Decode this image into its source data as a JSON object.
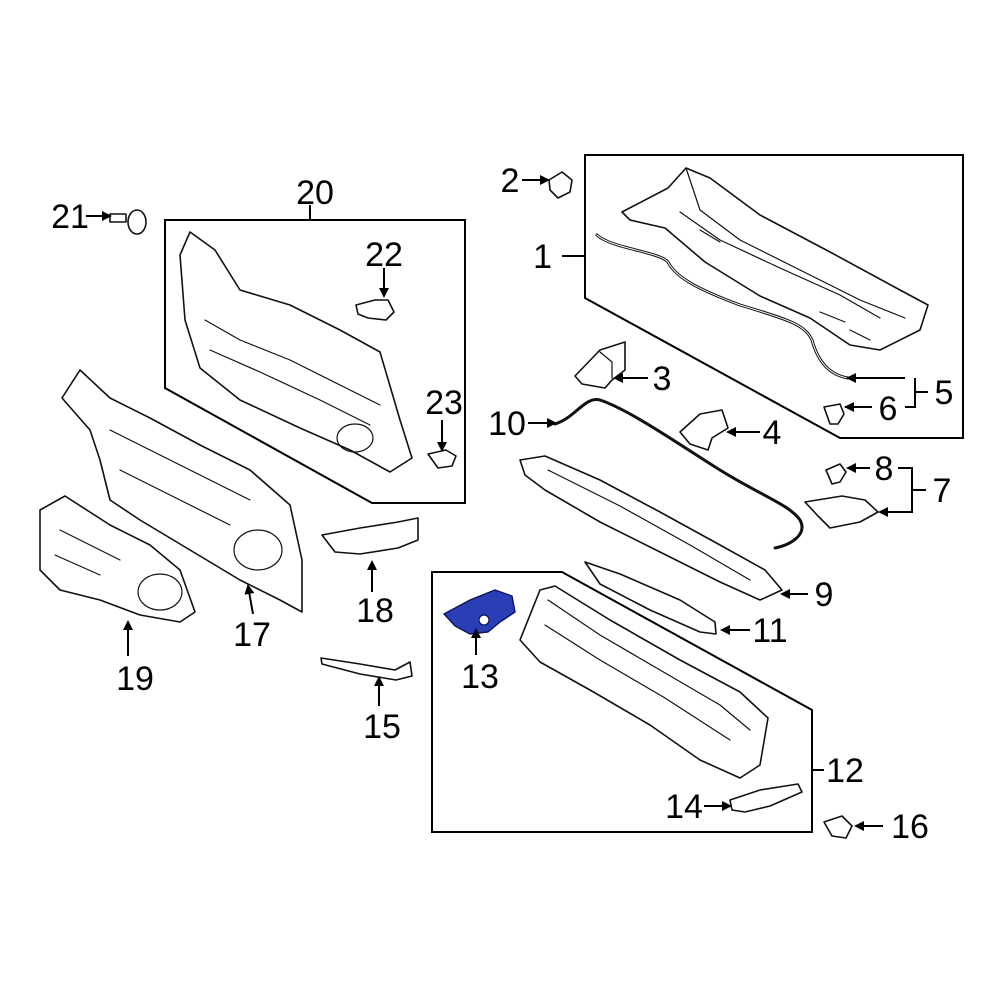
{
  "diagram": {
    "highlight_color": "#2a3fb5",
    "callouts": {
      "c1": "1",
      "c2": "2",
      "c3": "3",
      "c4": "4",
      "c5": "5",
      "c6": "6",
      "c7": "7",
      "c8": "8",
      "c9": "9",
      "c10": "10",
      "c11": "11",
      "c12": "12",
      "c13": "13",
      "c14": "14",
      "c15": "15",
      "c16": "16",
      "c17": "17",
      "c18": "18",
      "c19": "19",
      "c20": "20",
      "c21": "21",
      "c22": "22",
      "c23": "23"
    }
  }
}
